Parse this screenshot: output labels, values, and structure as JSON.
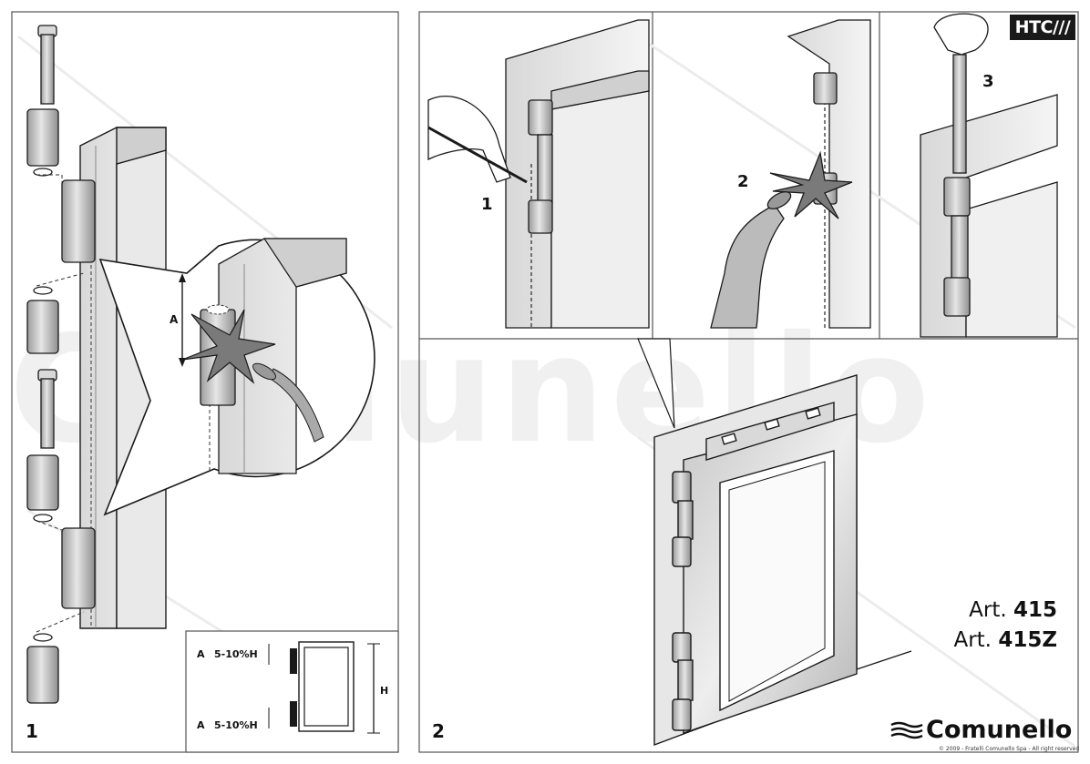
{
  "watermark": "Comunello",
  "brand": {
    "badge": "HTC",
    "name": "Comunello",
    "copyright": "© 2009 - Fratelli Comunello Spa - All right reserved"
  },
  "panel1": {
    "number": "1",
    "detail_label": "A",
    "inset": {
      "top_label": "A",
      "top_value": "5-10%H",
      "bottom_label": "A",
      "bottom_value": "5-10%H",
      "height_label": "H"
    }
  },
  "panel2": {
    "number": "2",
    "steps": [
      "1",
      "2",
      "3"
    ],
    "articles": [
      {
        "prefix": "Art.",
        "code": "415"
      },
      {
        "prefix": "Art.",
        "code": "415Z"
      }
    ]
  },
  "colors": {
    "line": "#1a1a1a",
    "metal": "#bfbfbf",
    "metal_dark": "#8a8a8a",
    "watermark": "#efefef"
  }
}
